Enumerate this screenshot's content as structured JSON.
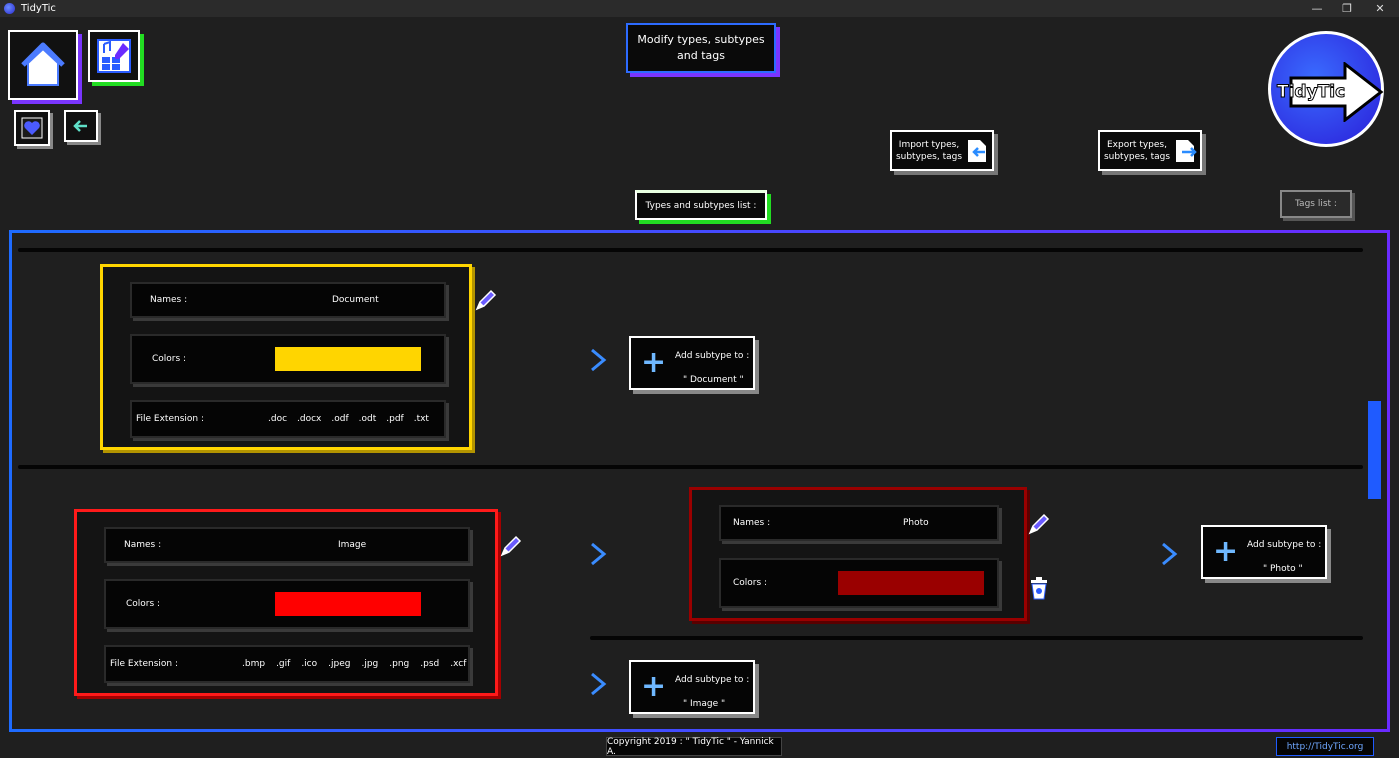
{
  "window": {
    "title": "TidyTic",
    "minimize": "—",
    "restore": "❐",
    "close": "✕"
  },
  "header": {
    "page_title": "Modify types, subtypes and tags",
    "import_label": "Import types, subtypes, tags",
    "export_label": "Export types, subtypes, tags",
    "types_list_label": "Types and subtypes list :",
    "tags_list_label": "Tags list :"
  },
  "logo": {
    "text": "TidyTic"
  },
  "types": [
    {
      "names_label": "Names :",
      "name": "Document",
      "colors_label": "Colors :",
      "color": "#ffd500",
      "ext_label": "File Extension :",
      "extensions": [
        ".doc",
        ".docx",
        ".odf",
        ".odt",
        ".pdf",
        ".txt"
      ],
      "add_label": "Add subtype to :",
      "add_target": "\" Document \""
    },
    {
      "names_label": "Names :",
      "name": "Image",
      "colors_label": "Colors :",
      "color": "#ff0000",
      "ext_label": "File Extension :",
      "extensions": [
        ".bmp",
        ".gif",
        ".ico",
        ".jpeg",
        ".jpg",
        ".png",
        ".psd",
        ".xcf"
      ],
      "add_label": "Add subtype to :",
      "add_target": "\" Image \""
    }
  ],
  "subtype": {
    "names_label": "Names :",
    "name": "Photo",
    "colors_label": "Colors :",
    "color": "#9a0000",
    "add_label": "Add subtype to :",
    "add_target": "\" Photo \""
  },
  "footer": {
    "copyright": "Copyright 2019 : \" TidyTic \" - Yannick A.",
    "url": "http://TidyTic.org"
  },
  "colors": {
    "accent_blue": "#1f5bff",
    "accent_purple": "#6a2bff",
    "accent_green": "#22dd22",
    "card_yellow": "#ffd500",
    "card_red": "#ff1a1a",
    "card_darkred": "#9a0000"
  }
}
